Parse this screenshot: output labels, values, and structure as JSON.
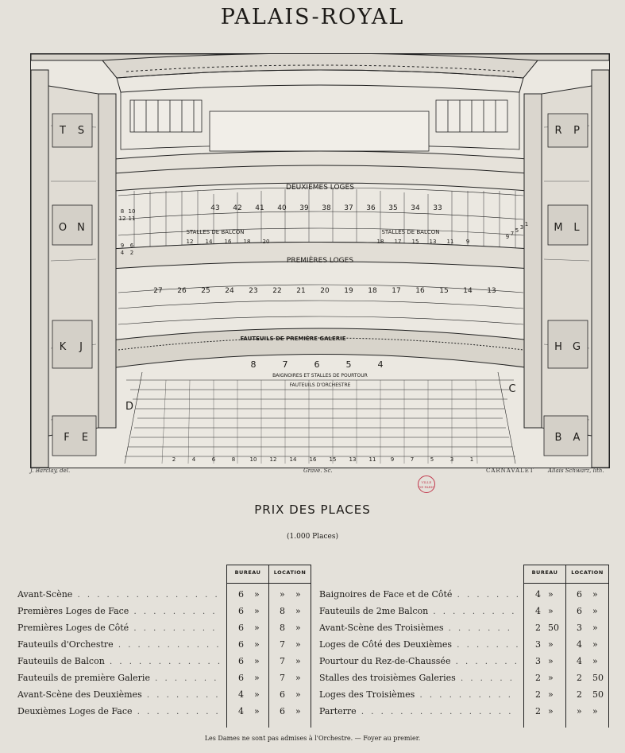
{
  "title": "PALAIS-ROYAL",
  "plate": {
    "labels": {
      "deuxiemes_loges": "DEUXIÈMES LOGES",
      "premieres_loges": "PREMIÈRES LOGES",
      "stalles_balcon_left": "STALLES DE BALCON",
      "stalles_balcon_right": "STALLES DE BALCON",
      "fauteuils_premiere_galerie": "FAUTEUILS DE PREMIÈRE GALERIE",
      "baignoires": "BAIGNOIRES ET STALLES DE POURTOUR",
      "fauteuils_orchestre": "FAUTEUILS D'ORCHESTRE"
    },
    "box_letters": [
      "T",
      "S",
      "R",
      "P",
      "O",
      "N",
      "M",
      "L",
      "K",
      "J",
      "H",
      "G",
      "F",
      "E",
      "D",
      "C",
      "B",
      "A"
    ],
    "deuxiemes_numbers": [
      "43",
      "42",
      "41",
      "40",
      "39",
      "38",
      "37",
      "36",
      "35",
      "34",
      "33"
    ],
    "stalles_left_numbers": [
      "12",
      "14",
      "16",
      "18",
      "20"
    ],
    "stalles_right_numbers": [
      "18",
      "17",
      "15",
      "13",
      "11",
      "9"
    ],
    "premieres_numbers": [
      "27",
      "26",
      "25",
      "24",
      "23",
      "22",
      "21",
      "20",
      "19",
      "18",
      "17",
      "16",
      "15",
      "14",
      "13"
    ],
    "baignoire_numbers": [
      "8",
      "7",
      "6",
      "5",
      "4"
    ],
    "left_side_numbers": [
      "8",
      "10",
      "12",
      "11",
      "9",
      "6",
      "4",
      "2"
    ],
    "right_side_numbers": [
      "9",
      "7",
      "5",
      "3",
      "1"
    ],
    "orchestre_bottom_numbers": [
      "2",
      "4",
      "6",
      "8",
      "10",
      "12",
      "14",
      "16",
      "15",
      "13",
      "11",
      "9",
      "7",
      "5",
      "3",
      "1"
    ]
  },
  "credits": {
    "left": "J. Barclay, del.",
    "middle": "Gravé. Sc.",
    "right_name": "CARNAVALET",
    "right_engraver": "Allais Schwarz, lith."
  },
  "stamp": "VILLE DE PARIS",
  "prix": {
    "title": "PRIX DES PLACES",
    "subtitle": "(1.000 Places)",
    "col_bureau": "BUREAU",
    "col_location": "LOCATION",
    "left_rows": [
      {
        "label": "Avant-Scène",
        "bureau": "6",
        "bureau_sep": "»",
        "location": "»",
        "location_sep": "»"
      },
      {
        "label": "Premières Loges de Face",
        "bureau": "6",
        "bureau_sep": "»",
        "location": "8",
        "location_sep": "»"
      },
      {
        "label": "Premières Loges de Côté",
        "bureau": "6",
        "bureau_sep": "»",
        "location": "8",
        "location_sep": "»"
      },
      {
        "label": "Fauteuils d'Orchestre",
        "bureau": "6",
        "bureau_sep": "»",
        "location": "7",
        "location_sep": "»"
      },
      {
        "label": "Fauteuils de Balcon",
        "bureau": "6",
        "bureau_sep": "»",
        "location": "7",
        "location_sep": "»"
      },
      {
        "label": "Fauteuils de première Galerie",
        "bureau": "6",
        "bureau_sep": "»",
        "location": "7",
        "location_sep": "»"
      },
      {
        "label": "Avant-Scène des Deuxièmes",
        "bureau": "4",
        "bureau_sep": "»",
        "location": "6",
        "location_sep": "»"
      },
      {
        "label": "Deuxièmes Loges de Face",
        "bureau": "4",
        "bureau_sep": "»",
        "location": "6",
        "location_sep": "»"
      }
    ],
    "right_rows": [
      {
        "label": "Baignoires de Face et de Côté",
        "bureau": "4",
        "bureau_sep": "»",
        "location": "6",
        "location_sep": "»"
      },
      {
        "label": "Fauteuils de 2me Balcon",
        "bureau": "4",
        "bureau_sep": "»",
        "location": "6",
        "location_sep": "»"
      },
      {
        "label": "Avant-Scène des Troisièmes",
        "bureau": "2",
        "bureau_sep": "50",
        "location": "3",
        "location_sep": "»"
      },
      {
        "label": "Loges de Côté des Deuxièmes",
        "bureau": "3",
        "bureau_sep": "»",
        "location": "4",
        "location_sep": "»"
      },
      {
        "label": "Pourtour du Rez-de-Chaussée",
        "bureau": "3",
        "bureau_sep": "»",
        "location": "4",
        "location_sep": "»"
      },
      {
        "label": "Stalles des troisièmes Galeries",
        "bureau": "2",
        "bureau_sep": "»",
        "location": "2",
        "location_sep": "50"
      },
      {
        "label": "Loges des Troisièmes",
        "bureau": "2",
        "bureau_sep": "»",
        "location": "2",
        "location_sep": "50"
      },
      {
        "label": "Parterre",
        "bureau": "2",
        "bureau_sep": "»",
        "location": "»",
        "location_sep": "»"
      }
    ]
  },
  "footer": "Les Dames ne sont pas admises à l'Orchestre. — Foyer au premier."
}
